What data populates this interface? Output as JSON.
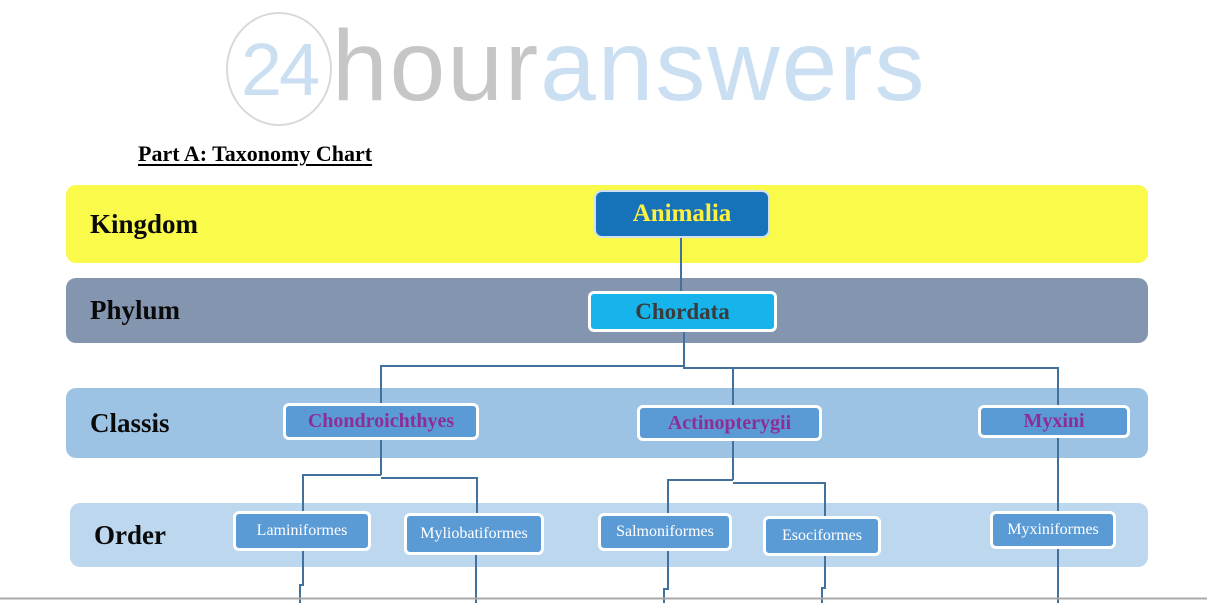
{
  "logo": {
    "badge": "24",
    "word_gray": "hour",
    "word_blue": "answers"
  },
  "heading": "Part A: Taxonomy Chart",
  "rows": [
    {
      "label": "Kingdom"
    },
    {
      "label": "Phylum"
    },
    {
      "label": "Classis"
    },
    {
      "label": "Order"
    }
  ],
  "nodes": {
    "kingdom": [
      {
        "label": "Animalia"
      }
    ],
    "phylum": [
      {
        "label": "Chordata"
      }
    ],
    "classis": [
      {
        "label": "Chondroichthyes"
      },
      {
        "label": "Actinopterygii"
      },
      {
        "label": "Myxini"
      }
    ],
    "order": [
      {
        "label": "Laminiformes"
      },
      {
        "label": "Myliobatiformes"
      },
      {
        "label": "Salmoniformes"
      },
      {
        "label": "Esociformes"
      },
      {
        "label": "Myxiniformes"
      }
    ]
  },
  "colors": {
    "kingdom_row": "#fafa4b",
    "phylum_row": "#8496af",
    "classis_row": "#9cc3e3",
    "order_row": "#bdd7ee",
    "node_blue": "#5b9bd5",
    "animalia_bg": "#1673b9",
    "animalia_text": "#fff13d",
    "chordata_bg": "#16b4ea",
    "classis_text": "#8e2d96",
    "order_text": "#ffffff",
    "connector": "#41719c",
    "bottom_rule": "#a9a9a9"
  }
}
